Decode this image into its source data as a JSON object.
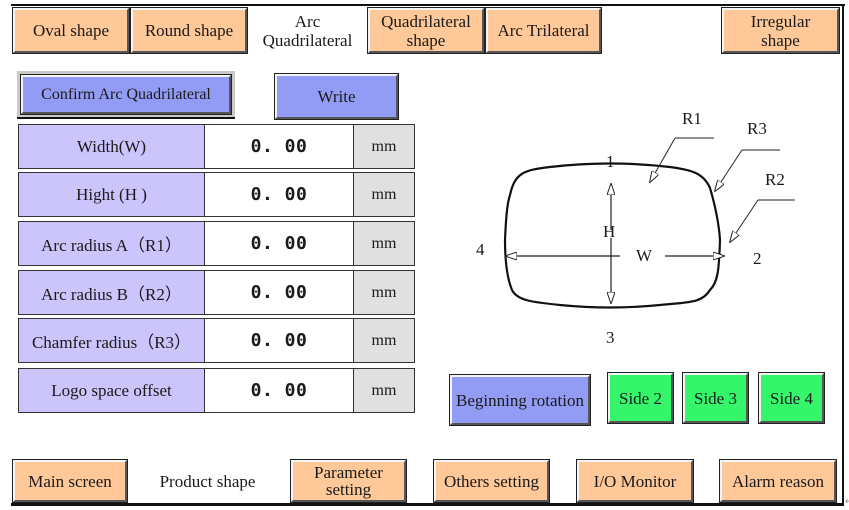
{
  "shape_tabs": [
    {
      "label": "Oval shape",
      "active": false
    },
    {
      "label": "Round shape",
      "active": false
    },
    {
      "label": "Arc\nQuadrilateral",
      "active": true
    },
    {
      "label": "Quadrilateral\nshape",
      "active": false
    },
    {
      "label": "Arc Trilateral",
      "active": false
    },
    {
      "label": "Irregular\nshape",
      "active": false
    }
  ],
  "actions": {
    "confirm_label": "Confirm Arc Quadrilateral",
    "write_label": "Write"
  },
  "parameters": [
    {
      "label": "Width(W)",
      "value": "0. 00",
      "unit": "mm"
    },
    {
      "label": "Hight (H )",
      "value": "0. 00",
      "unit": "mm"
    },
    {
      "label": "Arc radius A（R1）",
      "value": "0. 00",
      "unit": "mm"
    },
    {
      "label": "Arc radius B（R2）",
      "value": "0. 00",
      "unit": "mm"
    },
    {
      "label": "Chamfer radius（R3）",
      "value": "0. 00",
      "unit": "mm"
    },
    {
      "label": "Logo space offset",
      "value": "0. 00",
      "unit": "mm"
    }
  ],
  "diagram": {
    "side_labels": [
      "1",
      "2",
      "3",
      "4"
    ],
    "dimension_labels": {
      "height": "H",
      "width": "W"
    },
    "radius_labels": {
      "r1": "R1",
      "r2": "R2",
      "r3": "R3"
    }
  },
  "rotation": {
    "begin_label": "Beginning rotation",
    "sides": [
      "Side 2",
      "Side 3",
      "Side 4"
    ]
  },
  "bottom_nav": [
    {
      "label": "Main screen",
      "active": false
    },
    {
      "label": "Product shape",
      "active": true
    },
    {
      "label": "Parameter\nsetting",
      "active": false
    },
    {
      "label": "Others setting",
      "active": false
    },
    {
      "label": "I/O Monitor",
      "active": false
    },
    {
      "label": "Alarm reason",
      "active": false
    }
  ],
  "colors": {
    "button_orange": "#fec898",
    "button_blue": "#939cf5",
    "button_green": "#35f56a",
    "label_cell": "#cbc5fb",
    "unit_cell": "#e0e0e0"
  }
}
